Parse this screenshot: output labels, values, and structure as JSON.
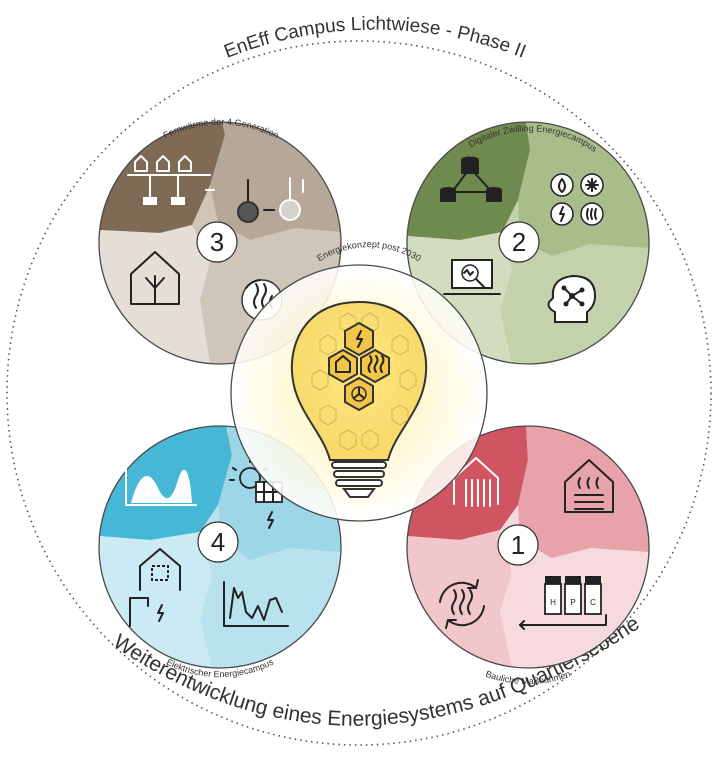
{
  "title_top": "EnEff Campus Lichtwiese - Phase II",
  "title_bottom": "Weiterentwicklung eines Energiesystems auf Quartiersebene",
  "center": {
    "label": "Energiekonzept post 2030"
  },
  "modules": [
    {
      "number": "1",
      "label": "Bauliche Maßnahmen",
      "icons": [
        "roof-radiator-icon",
        "heated-building-icon",
        "heat-recycle-icon",
        "heat-exchanger-icon"
      ],
      "colors": [
        "#d05563",
        "#e8a2aa",
        "#f1c7cc",
        "#f6dadd"
      ]
    },
    {
      "number": "2",
      "label": "Digitaler Zwilling Energiecampus",
      "icons": [
        "database-network-icon",
        "energy-types-icon",
        "laptop-monitoring-icon",
        "brain-network-icon"
      ],
      "colors": [
        "#6f8a4e",
        "#a9bd8b",
        "#d2ddbf",
        "#c3d2aa"
      ]
    },
    {
      "number": "3",
      "label": "Fernwärme der 4.Generation",
      "icons": [
        "district-heating-network-icon",
        "temperature-icon",
        "house-heating-icon",
        "heat-cycle-icon"
      ],
      "colors": [
        "#7e6a55",
        "#b5a898",
        "#e4ded7",
        "#cfc5b9"
      ]
    },
    {
      "number": "4",
      "label": "Elektrischer Energiecampus",
      "icons": [
        "load-curve-icon",
        "solar-battery-icon",
        "house-electric-icon",
        "fluctuating-curve-icon"
      ],
      "colors": [
        "#47b7d6",
        "#9dd6e6",
        "#cbeaf3",
        "#b8e2ee"
      ]
    }
  ],
  "bulb_icons": [
    "lightning-icon",
    "house-icon",
    "heat-waves-icon",
    "fan-icon"
  ],
  "ph": {
    "labels": [
      "H",
      "P",
      "C"
    ]
  }
}
